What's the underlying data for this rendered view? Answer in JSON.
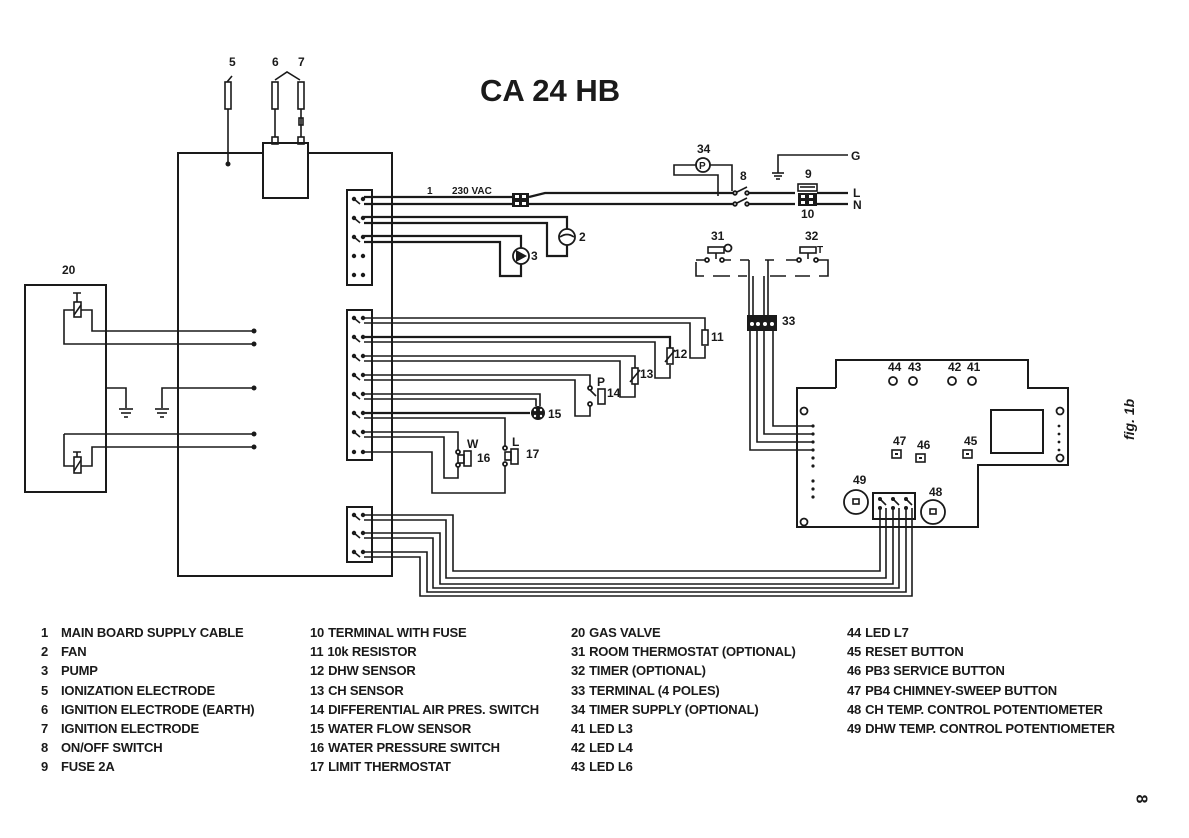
{
  "title": "CA 24 HB",
  "figure_label": "fig. 1b",
  "page_number": "8",
  "supply_label": "230 VAC",
  "supply_cable_number": "1",
  "mains_terminals": [
    "G",
    "L",
    "N"
  ],
  "component_tags": {
    "electrode_5": "5",
    "electrode_6": "6",
    "electrode_7": "7",
    "fan": "2",
    "pump": "3",
    "timer_supply": "34",
    "timer_supply_symbol": "P",
    "switch": "8",
    "fuse": "9",
    "terminal_fuse": "10",
    "room_thermostat": "31",
    "room_thermostat_symbol": "O",
    "timer": "32",
    "timer_symbol": "T",
    "terminal_4p": "33",
    "resistor": "11",
    "dhw_sensor": "12",
    "ch_sensor": "13",
    "air_pres_switch": "14",
    "air_pres_symbol": "P",
    "water_flow": "15",
    "water_pressure": "16",
    "water_pressure_symbol": "W",
    "limit_thermostat": "17",
    "limit_symbol": "L",
    "gas_valve": "20",
    "led_l7": "44",
    "led_l6": "43",
    "led_l4": "42",
    "led_l3": "41",
    "chimney_btn": "47",
    "service_btn": "46",
    "reset_btn": "45",
    "dhw_pot": "49",
    "ch_pot": "48"
  },
  "legend": {
    "col1": [
      {
        "num": "1",
        "label": "MAIN BOARD SUPPLY CABLE"
      },
      {
        "num": "2",
        "label": "FAN"
      },
      {
        "num": "3",
        "label": "PUMP"
      },
      {
        "num": "5",
        "label": "IONIZATION ELECTRODE"
      },
      {
        "num": "6",
        "label": "IGNITION  ELECTRODE (EARTH)"
      },
      {
        "num": "7",
        "label": "IGNITION ELECTRODE"
      },
      {
        "num": "8",
        "label": "ON/OFF SWITCH"
      },
      {
        "num": "9",
        "label": "FUSE 2A"
      }
    ],
    "col2": [
      {
        "num": "10",
        "label": "TERMINAL WITH FUSE"
      },
      {
        "num": "11",
        "label": "10k RESISTOR"
      },
      {
        "num": "12",
        "label": "DHW SENSOR"
      },
      {
        "num": "13",
        "label": "CH SENSOR"
      },
      {
        "num": "14",
        "label": "DIFFERENTIAL AIR PRES. SWITCH"
      },
      {
        "num": "15",
        "label": "WATER FLOW SENSOR"
      },
      {
        "num": "16",
        "label": "WATER PRESSURE SWITCH"
      },
      {
        "num": "17",
        "label": "LIMIT THERMOSTAT"
      }
    ],
    "col3": [
      {
        "num": "20",
        "label": "GAS VALVE"
      },
      {
        "num": "31",
        "label": "ROOM THERMOSTAT (OPTIONAL)"
      },
      {
        "num": "32",
        "label": "TIMER (OPTIONAL)"
      },
      {
        "num": "33",
        "label": "TERMINAL (4 POLES)"
      },
      {
        "num": "34",
        "label": "TIMER SUPPLY (OPTIONAL)"
      },
      {
        "num": "41",
        "label": "LED L3"
      },
      {
        "num": "42",
        "label": "LED L4"
      },
      {
        "num": "43",
        "label": "LED L6"
      }
    ],
    "col4": [
      {
        "num": "44",
        "label": "LED L7"
      },
      {
        "num": "45",
        "label": "RESET BUTTON"
      },
      {
        "num": "46",
        "label": "PB3 SERVICE BUTTON"
      },
      {
        "num": "47",
        "label": "PB4 CHIMNEY-SWEEP BUTTON"
      },
      {
        "num": "48",
        "label": "CH TEMP. CONTROL POTENTIOMETER"
      },
      {
        "num": "49",
        "label": "DHW TEMP. CONTROL POTENTIOMETER"
      }
    ]
  }
}
